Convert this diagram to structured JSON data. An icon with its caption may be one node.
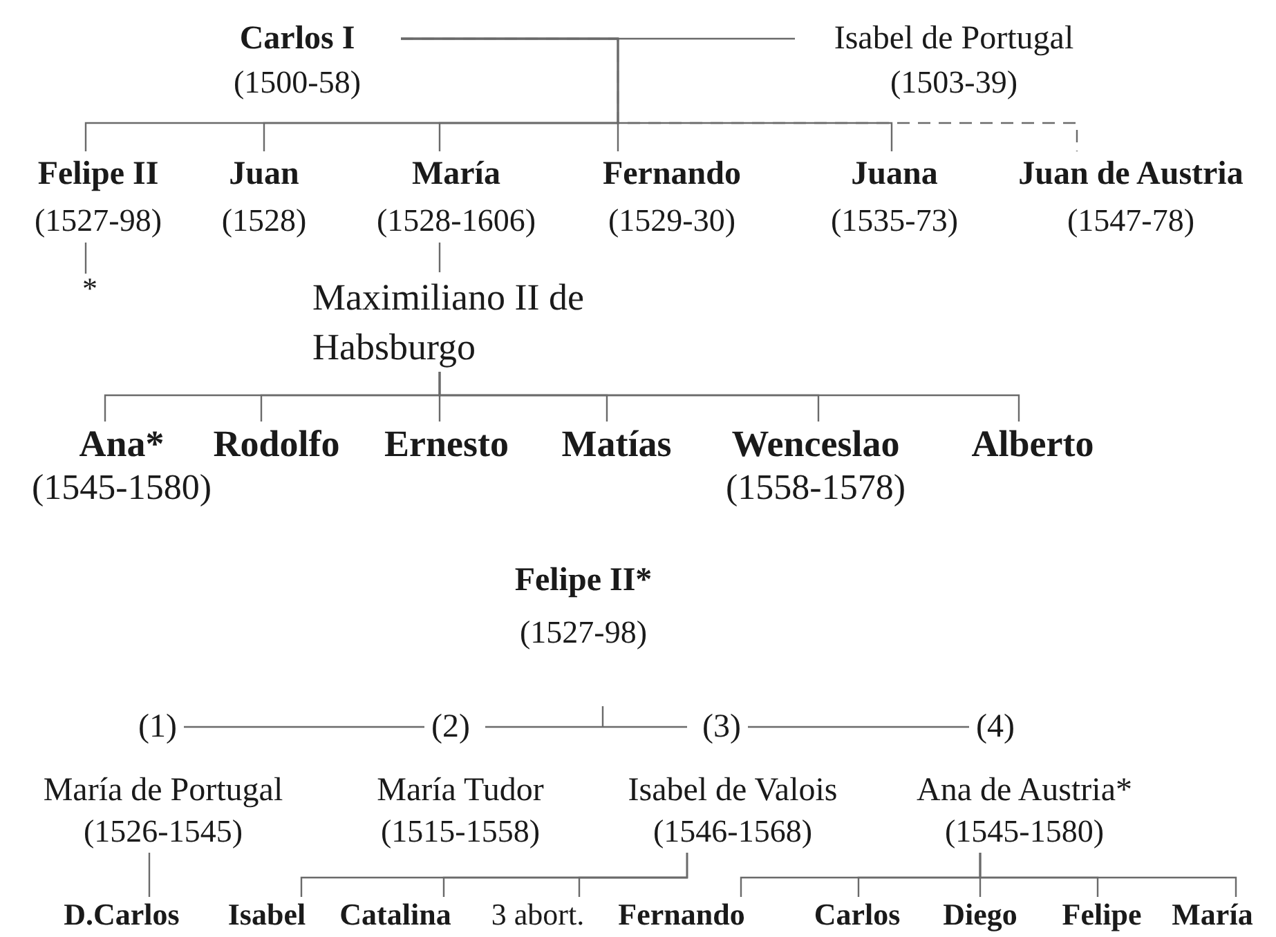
{
  "diagram": {
    "nodes": [
      {
        "text": [
          "Carlos I",
          "(1500-58)"
        ]
      },
      {
        "text": [
          "Isabel de Portugal",
          "(1503-39)"
        ]
      },
      {
        "text": [
          "Felipe II",
          "(1527-98)"
        ]
      },
      {
        "text": [
          "Juan",
          "(1528)"
        ]
      },
      {
        "text": [
          "María",
          "(1528-1606)"
        ]
      },
      {
        "text": [
          "Fernando",
          "(1529-30)"
        ]
      },
      {
        "text": [
          "Juana",
          "(1535-73)"
        ]
      },
      {
        "text": [
          "Juan de Austria",
          "(1547-78)"
        ]
      },
      {
        "text": [
          "*"
        ]
      },
      {
        "text": [
          "Maximiliano II de Habsburgo"
        ]
      },
      {
        "text": [
          "Ana*",
          "(1545-1580)"
        ]
      },
      {
        "text": [
          "Rodolfo"
        ]
      },
      {
        "text": [
          "Ernesto"
        ]
      },
      {
        "text": [
          "Matías"
        ]
      },
      {
        "text": [
          "Wenceslao",
          "(1558-1578)"
        ]
      },
      {
        "text": [
          "Alberto"
        ]
      },
      {
        "text": [
          "Felipe II*",
          "(1527-98)"
        ]
      },
      {
        "text": [
          "(1)"
        ]
      },
      {
        "text": [
          "(2)"
        ]
      },
      {
        "text": [
          "(3)"
        ]
      },
      {
        "text": [
          "(4)"
        ]
      },
      {
        "text": [
          "María de Portugal",
          "(1526-1545)"
        ]
      },
      {
        "text": [
          "María Tudor",
          "(1515-1558)"
        ]
      },
      {
        "text": [
          "Isabel de Valois",
          "(1546-1568)"
        ]
      },
      {
        "text": [
          "Ana de Austria*",
          "(1545-1580)"
        ]
      },
      {
        "text": [
          "D.Carlos"
        ]
      },
      {
        "text": [
          "Isabel"
        ]
      },
      {
        "text": [
          "Catalina"
        ]
      },
      {
        "text": [
          "3 abort."
        ]
      },
      {
        "text": [
          "Fernando"
        ]
      },
      {
        "text": [
          "Carlos"
        ]
      },
      {
        "text": [
          "Diego"
        ]
      },
      {
        "text": [
          "Felipe"
        ]
      },
      {
        "text": [
          "María"
        ]
      }
    ],
    "edges": [
      {
        "from": 0,
        "to": 1,
        "arrow": "none"
      },
      {
        "from": 0,
        "to": 2,
        "arrow": "none"
      },
      {
        "from": 0,
        "to": 3,
        "arrow": "none"
      },
      {
        "from": 0,
        "to": 4,
        "arrow": "none"
      },
      {
        "from": 0,
        "to": 5,
        "arrow": "none"
      },
      {
        "from": 0,
        "to": 6,
        "arrow": "none"
      },
      {
        "from": 0,
        "to": 7,
        "arrow": "none",
        "style": "dashed"
      },
      {
        "from": 2,
        "to": 8,
        "arrow": "none"
      },
      {
        "from": 4,
        "to": 9,
        "arrow": "none"
      },
      {
        "from": 9,
        "to": 10,
        "arrow": "none"
      },
      {
        "from": 9,
        "to": 11,
        "arrow": "none"
      },
      {
        "from": 9,
        "to": 12,
        "arrow": "none"
      },
      {
        "from": 9,
        "to": 13,
        "arrow": "none"
      },
      {
        "from": 9,
        "to": 14,
        "arrow": "none"
      },
      {
        "from": 9,
        "to": 15,
        "arrow": "none"
      },
      {
        "from": 17,
        "to": 18,
        "arrow": "none"
      },
      {
        "from": 18,
        "to": 19,
        "arrow": "none"
      },
      {
        "from": 19,
        "to": 20,
        "arrow": "none"
      },
      {
        "from": 21,
        "to": 25,
        "arrow": "none"
      },
      {
        "from": 23,
        "to": 26,
        "arrow": "none"
      },
      {
        "from": 23,
        "to": 27,
        "arrow": "none"
      },
      {
        "from": 23,
        "to": 28,
        "arrow": "none"
      },
      {
        "from": 24,
        "to": 29,
        "arrow": "none"
      },
      {
        "from": 24,
        "to": 30,
        "arrow": "none"
      },
      {
        "from": 24,
        "to": 31,
        "arrow": "none"
      },
      {
        "from": 24,
        "to": 32,
        "arrow": "none"
      },
      {
        "from": 24,
        "to": 33,
        "arrow": "none"
      }
    ]
  }
}
